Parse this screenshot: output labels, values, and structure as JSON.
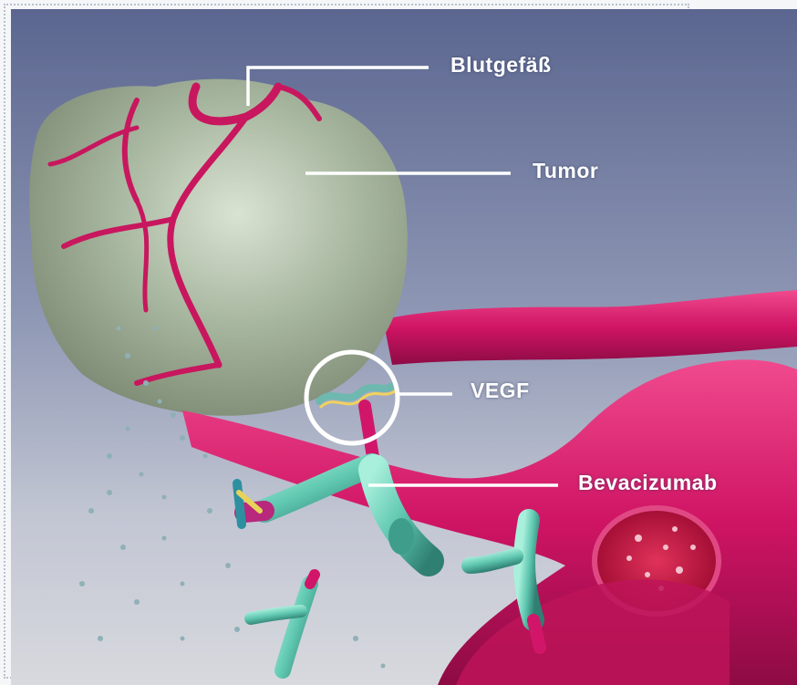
{
  "labels": {
    "blood_vessel": "Blutgefäß",
    "tumor": "Tumor",
    "vegf": "VEGF",
    "antibody": "Bevacizumab"
  },
  "colors": {
    "background_top": "#5f6c8f",
    "background_bottom": "#c9cdd8",
    "vessel": "#d11567",
    "tumor": "#a9b3a2",
    "antibody": "#5fc7b0",
    "annotation": "#ffffff"
  }
}
